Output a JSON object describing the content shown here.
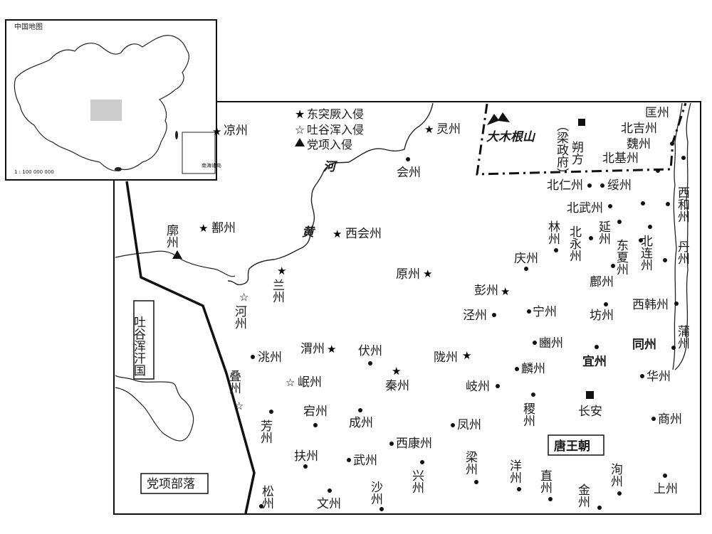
{
  "inset": {
    "title": "中国地图",
    "scale": "1 : 100 000 000",
    "south_sea_label": "南海诸岛"
  },
  "legend": {
    "dongtujue": "东突厥入侵",
    "tuyuhun": "吐谷浑入侵",
    "dangxiang": "党项入侵"
  },
  "regions": {
    "tuyuhun_khanate": "吐谷浑汗国",
    "dangxiang_tribes": "党项部落",
    "tang_dynasty": "唐王朝",
    "damugen_mountain": "大木根山",
    "liang_capital_left": "朔方",
    "liang_capital_paren": "（梁政府）"
  },
  "river": {
    "he": "河",
    "huang": "黄"
  },
  "places": {
    "liangzhou": "凉州",
    "lingzhou": "灵州",
    "huizhou": "会州",
    "kuozhou": "鄯州",
    "liaozhou": "廓州",
    "xihuizhou": "西会州",
    "lanzhou": "兰州",
    "hezhou": "河州",
    "yuanzhou": "原州",
    "qingzhou": "庆州",
    "linzhou": "林州",
    "beiyongzhou": "北永州",
    "yanzhou": "延州",
    "dongxiazhou": "东夏州",
    "beilianzhou": "北连州",
    "danzhou": "丹州",
    "xihezhou": "西和州",
    "beirenzhou": "北仁州",
    "beiwuzhou": "北武州",
    "suizhou": "绥州",
    "beijizhou": "北基州",
    "beijizhou2": "北吉州",
    "weizhou_n": "魏州",
    "kuangzhou": "匡州",
    "fuzhou": "鄜州",
    "pengzhou": "彭州",
    "ningzhou": "宁州",
    "jingzhou": "泾州",
    "fangzhou": "坊州",
    "xihanzhou": "西韩州",
    "puzhou": "蒲州",
    "taozhou": "洮州",
    "weizhou": "渭州",
    "fuzhou2": "伏州",
    "longzhou": "陇州",
    "binzhou": "豳州",
    "yizhou": "宜州",
    "tongzhou": "同州",
    "diezhou": "叠州",
    "minzhou": "岷州",
    "qinzhou": "秦州",
    "linzhou2": "麟州",
    "qizhou": "岐州",
    "huazhou": "华州",
    "changan": "长安",
    "yuzhou": "宕州",
    "chengzhou": "成州",
    "fengzhou": "凤州",
    "jizhou": "稷州",
    "shangzhou": "商州",
    "fangzhou2": "芳州",
    "xikangzhou": "西康州",
    "fuzhou3": "扶州",
    "wuzhou": "武州",
    "liangzhou2": "梁州",
    "yangzhou": "洋州",
    "zhizhou": "直州",
    "xunzhou": "洵州",
    "shangzhou2": "上州",
    "xingzhou": "兴州",
    "songzhou": "松州",
    "wenzhou": "文州",
    "shazhou": "沙州",
    "jinzhou": "金州"
  }
}
